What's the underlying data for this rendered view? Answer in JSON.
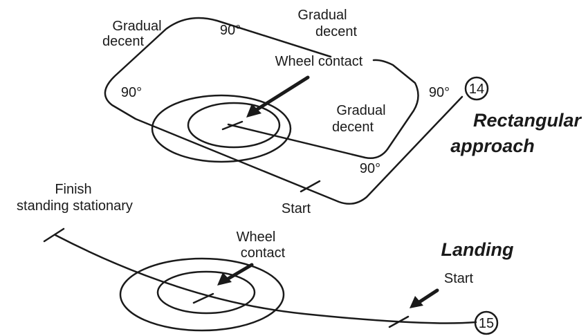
{
  "rectangular": {
    "title_line1": "Rectangular",
    "title_line2": "approach",
    "step_number": "14",
    "gradual_left_line1": "Gradual",
    "gradual_left_line2": "decent",
    "gradual_top_line1": "Gradual",
    "gradual_top_line2": "decent",
    "gradual_inner_line1": "Gradual",
    "gradual_inner_line2": "decent",
    "angle_top": "90°",
    "angle_left": "90°",
    "angle_right": "90°",
    "angle_bottom": "90°",
    "wheel_contact": "Wheel contact",
    "start": "Start"
  },
  "landing": {
    "title": "Landing",
    "step_number": "15",
    "start": "Start",
    "wheel_contact_line1": "Wheel",
    "wheel_contact_line2": "contact",
    "finish_line1": "Finish",
    "finish_line2": "standing stationary"
  }
}
